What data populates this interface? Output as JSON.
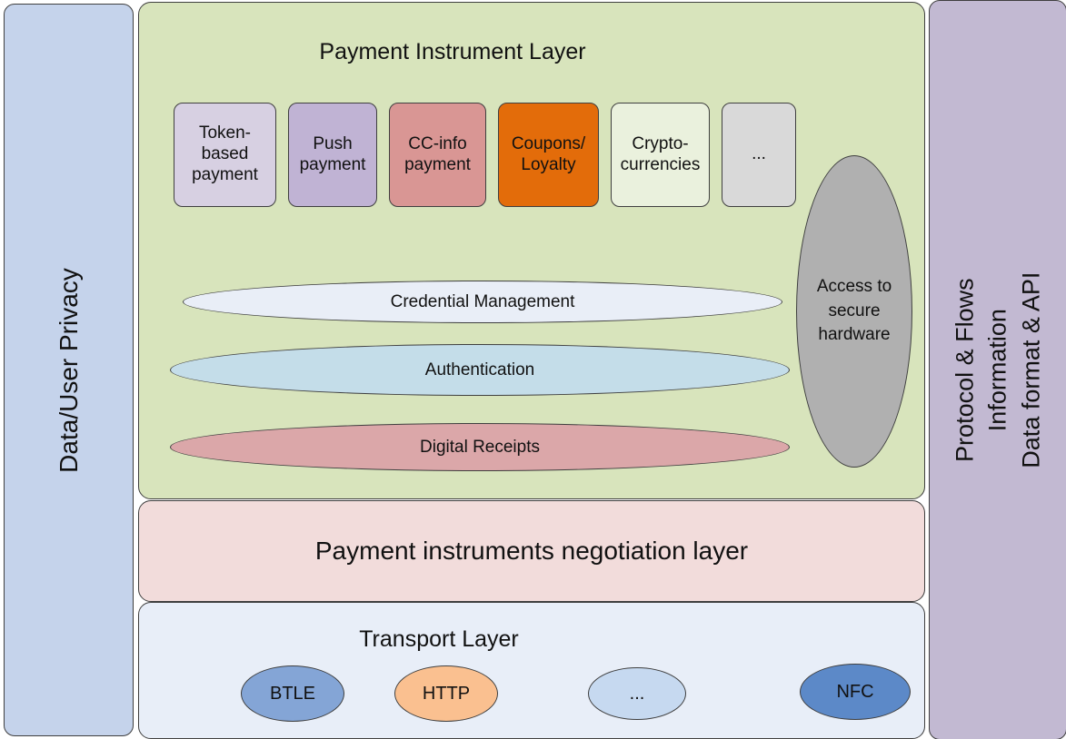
{
  "sidebars": {
    "left": {
      "label": "Data/User Privacy",
      "bg": "#c5d3eb"
    },
    "right": {
      "lines": [
        "Protocol & Flows",
        "Information",
        "Data format & API"
      ],
      "bg": "#c2b9d2"
    }
  },
  "payment_instrument_layer": {
    "title": "Payment Instrument Layer",
    "bg": "#d8e4bc",
    "instruments": [
      {
        "label": "Token-\nbased\npayment",
        "bg": "#d7d0e2"
      },
      {
        "label": "Push\npayment",
        "bg": "#c0b3d4"
      },
      {
        "label": "CC-info\npayment",
        "bg": "#d99694"
      },
      {
        "label": "Coupons/\nLoyalty",
        "bg": "#e36c0a"
      },
      {
        "label": "Crypto-\ncurrencies",
        "bg": "#eaf1dd"
      },
      {
        "label": "...",
        "bg": "#d9d9d9"
      }
    ],
    "secure_hardware": {
      "label": "Access to\nsecure\nhardware",
      "bg": "#b0b0b0"
    },
    "capabilities": [
      {
        "label": "Credential Management",
        "bg": "#e9eef7"
      },
      {
        "label": "Authentication",
        "bg": "#c4dde9"
      },
      {
        "label": "Digital Receipts",
        "bg": "#dba7a9"
      }
    ]
  },
  "negotiation_layer": {
    "title": "Payment instruments negotiation layer",
    "bg": "#f2dcdb"
  },
  "transport_layer": {
    "title": "Transport Layer",
    "bg": "#e8eef8",
    "protocols": [
      {
        "label": "BTLE",
        "bg": "#84a5d6"
      },
      {
        "label": "HTTP",
        "bg": "#fac090"
      },
      {
        "label": "...",
        "bg": "#c6d9f0"
      },
      {
        "label": "NFC",
        "bg": "#5c89c8"
      }
    ]
  }
}
